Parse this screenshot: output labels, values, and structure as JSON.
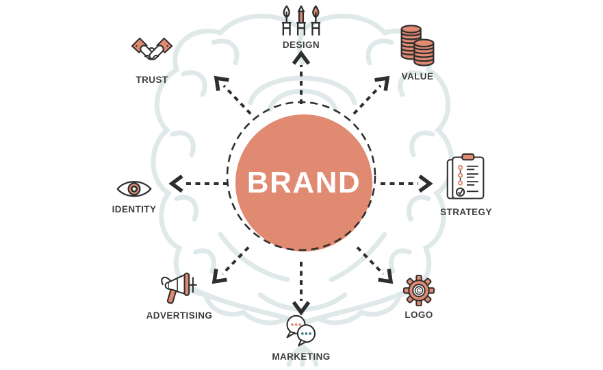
{
  "diagram": {
    "center_label": "BRAND",
    "spokes": [
      {
        "label": "DESIGN",
        "icon": "design-tools-icon",
        "direction": "top"
      },
      {
        "label": "VALUE",
        "icon": "coins-stack-icon",
        "direction": "top-right"
      },
      {
        "label": "STRATEGY",
        "icon": "checklist-clipboard-icon",
        "direction": "right"
      },
      {
        "label": "LOGO",
        "icon": "copyright-gear-icon",
        "direction": "bottom-right",
        "glyph": "C"
      },
      {
        "label": "MARKETING",
        "icon": "chat-bubbles-icon",
        "direction": "bottom"
      },
      {
        "label": "ADVERTISING",
        "icon": "megaphone-icon",
        "direction": "bottom-left"
      },
      {
        "label": "IDENTITY",
        "icon": "eye-icon",
        "direction": "left"
      },
      {
        "label": "TRUST",
        "icon": "handshake-icon",
        "direction": "top-left"
      }
    ]
  },
  "colors": {
    "accent": "#e18a72",
    "ink": "#2e2e2e",
    "label": "#3d3d3d",
    "brain": "#dfe9e9",
    "teal": "#44808f",
    "bg": "#ffffff"
  }
}
